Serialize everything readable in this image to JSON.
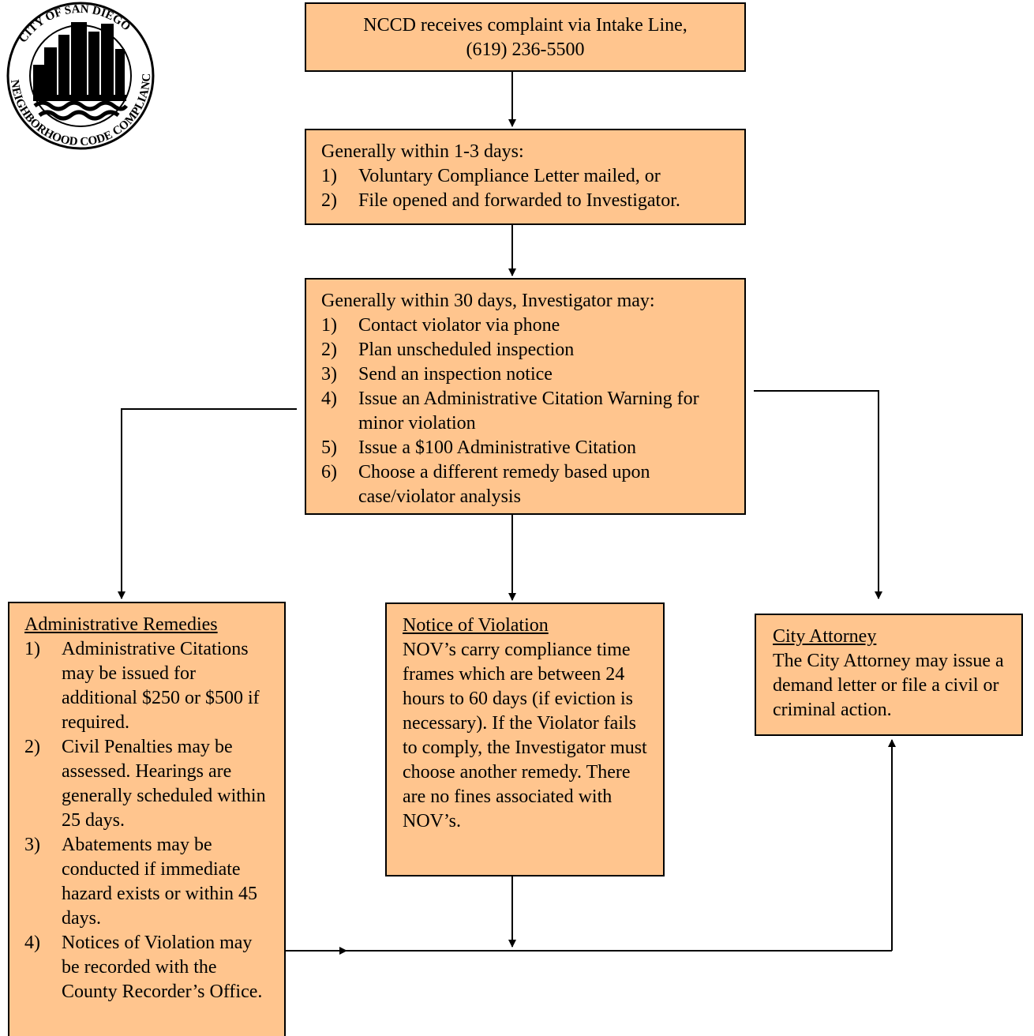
{
  "logo": {
    "ring_top": "CITY OF SAN DIEGO",
    "ring_bottom": "NEIGHBORHOOD CODE COMPLIANCE"
  },
  "intake": {
    "line1": "NCCD receives complaint via Intake Line,",
    "line2": "(619) 236-5500"
  },
  "step2": {
    "title": "Generally within 1-3 days:",
    "items": [
      {
        "num": "1)",
        "text": "Voluntary Compliance Letter mailed, or"
      },
      {
        "num": "2)",
        "text": "File opened and forwarded to Investigator."
      }
    ]
  },
  "step3": {
    "title": "Generally within 30 days, Investigator may:",
    "items": [
      {
        "num": "1)",
        "text": "Contact violator via phone"
      },
      {
        "num": "2)",
        "text": "Plan unscheduled inspection"
      },
      {
        "num": "3)",
        "text": "Send an inspection notice"
      },
      {
        "num": "4)",
        "text": "Issue an Administrative Citation Warning for minor violation"
      },
      {
        "num": "5)",
        "text": "Issue a $100 Administrative Citation"
      },
      {
        "num": "6)",
        "text": "Choose a different remedy based upon case/violator analysis"
      }
    ]
  },
  "admin": {
    "heading": "Administrative Remedies",
    "items": [
      {
        "num": "1)",
        "text": "Administrative Citations may be issued for additional $250 or $500 if required."
      },
      {
        "num": "2)",
        "text": "Civil Penalties may be assessed. Hearings are generally scheduled within 25 days."
      },
      {
        "num": "3)",
        "text": "Abatements may be conducted if immediate hazard exists or within 45 days."
      },
      {
        "num": "4)",
        "text": "Notices of Violation may be recorded with the County Recorder’s Office."
      }
    ]
  },
  "nov": {
    "heading": "Notice of Violation",
    "body": "NOV’s carry compliance time frames which are between 24 hours to 60 days (if eviction is necessary). If the Violator fails to comply, the Investigator must choose another remedy. There are no fines associated with NOV’s."
  },
  "attorney": {
    "heading": "City Attorney",
    "body": "The City Attorney may issue a demand letter or file a civil or criminal action."
  },
  "colors": {
    "box_fill": "#FFC58E",
    "line": "#000000"
  }
}
